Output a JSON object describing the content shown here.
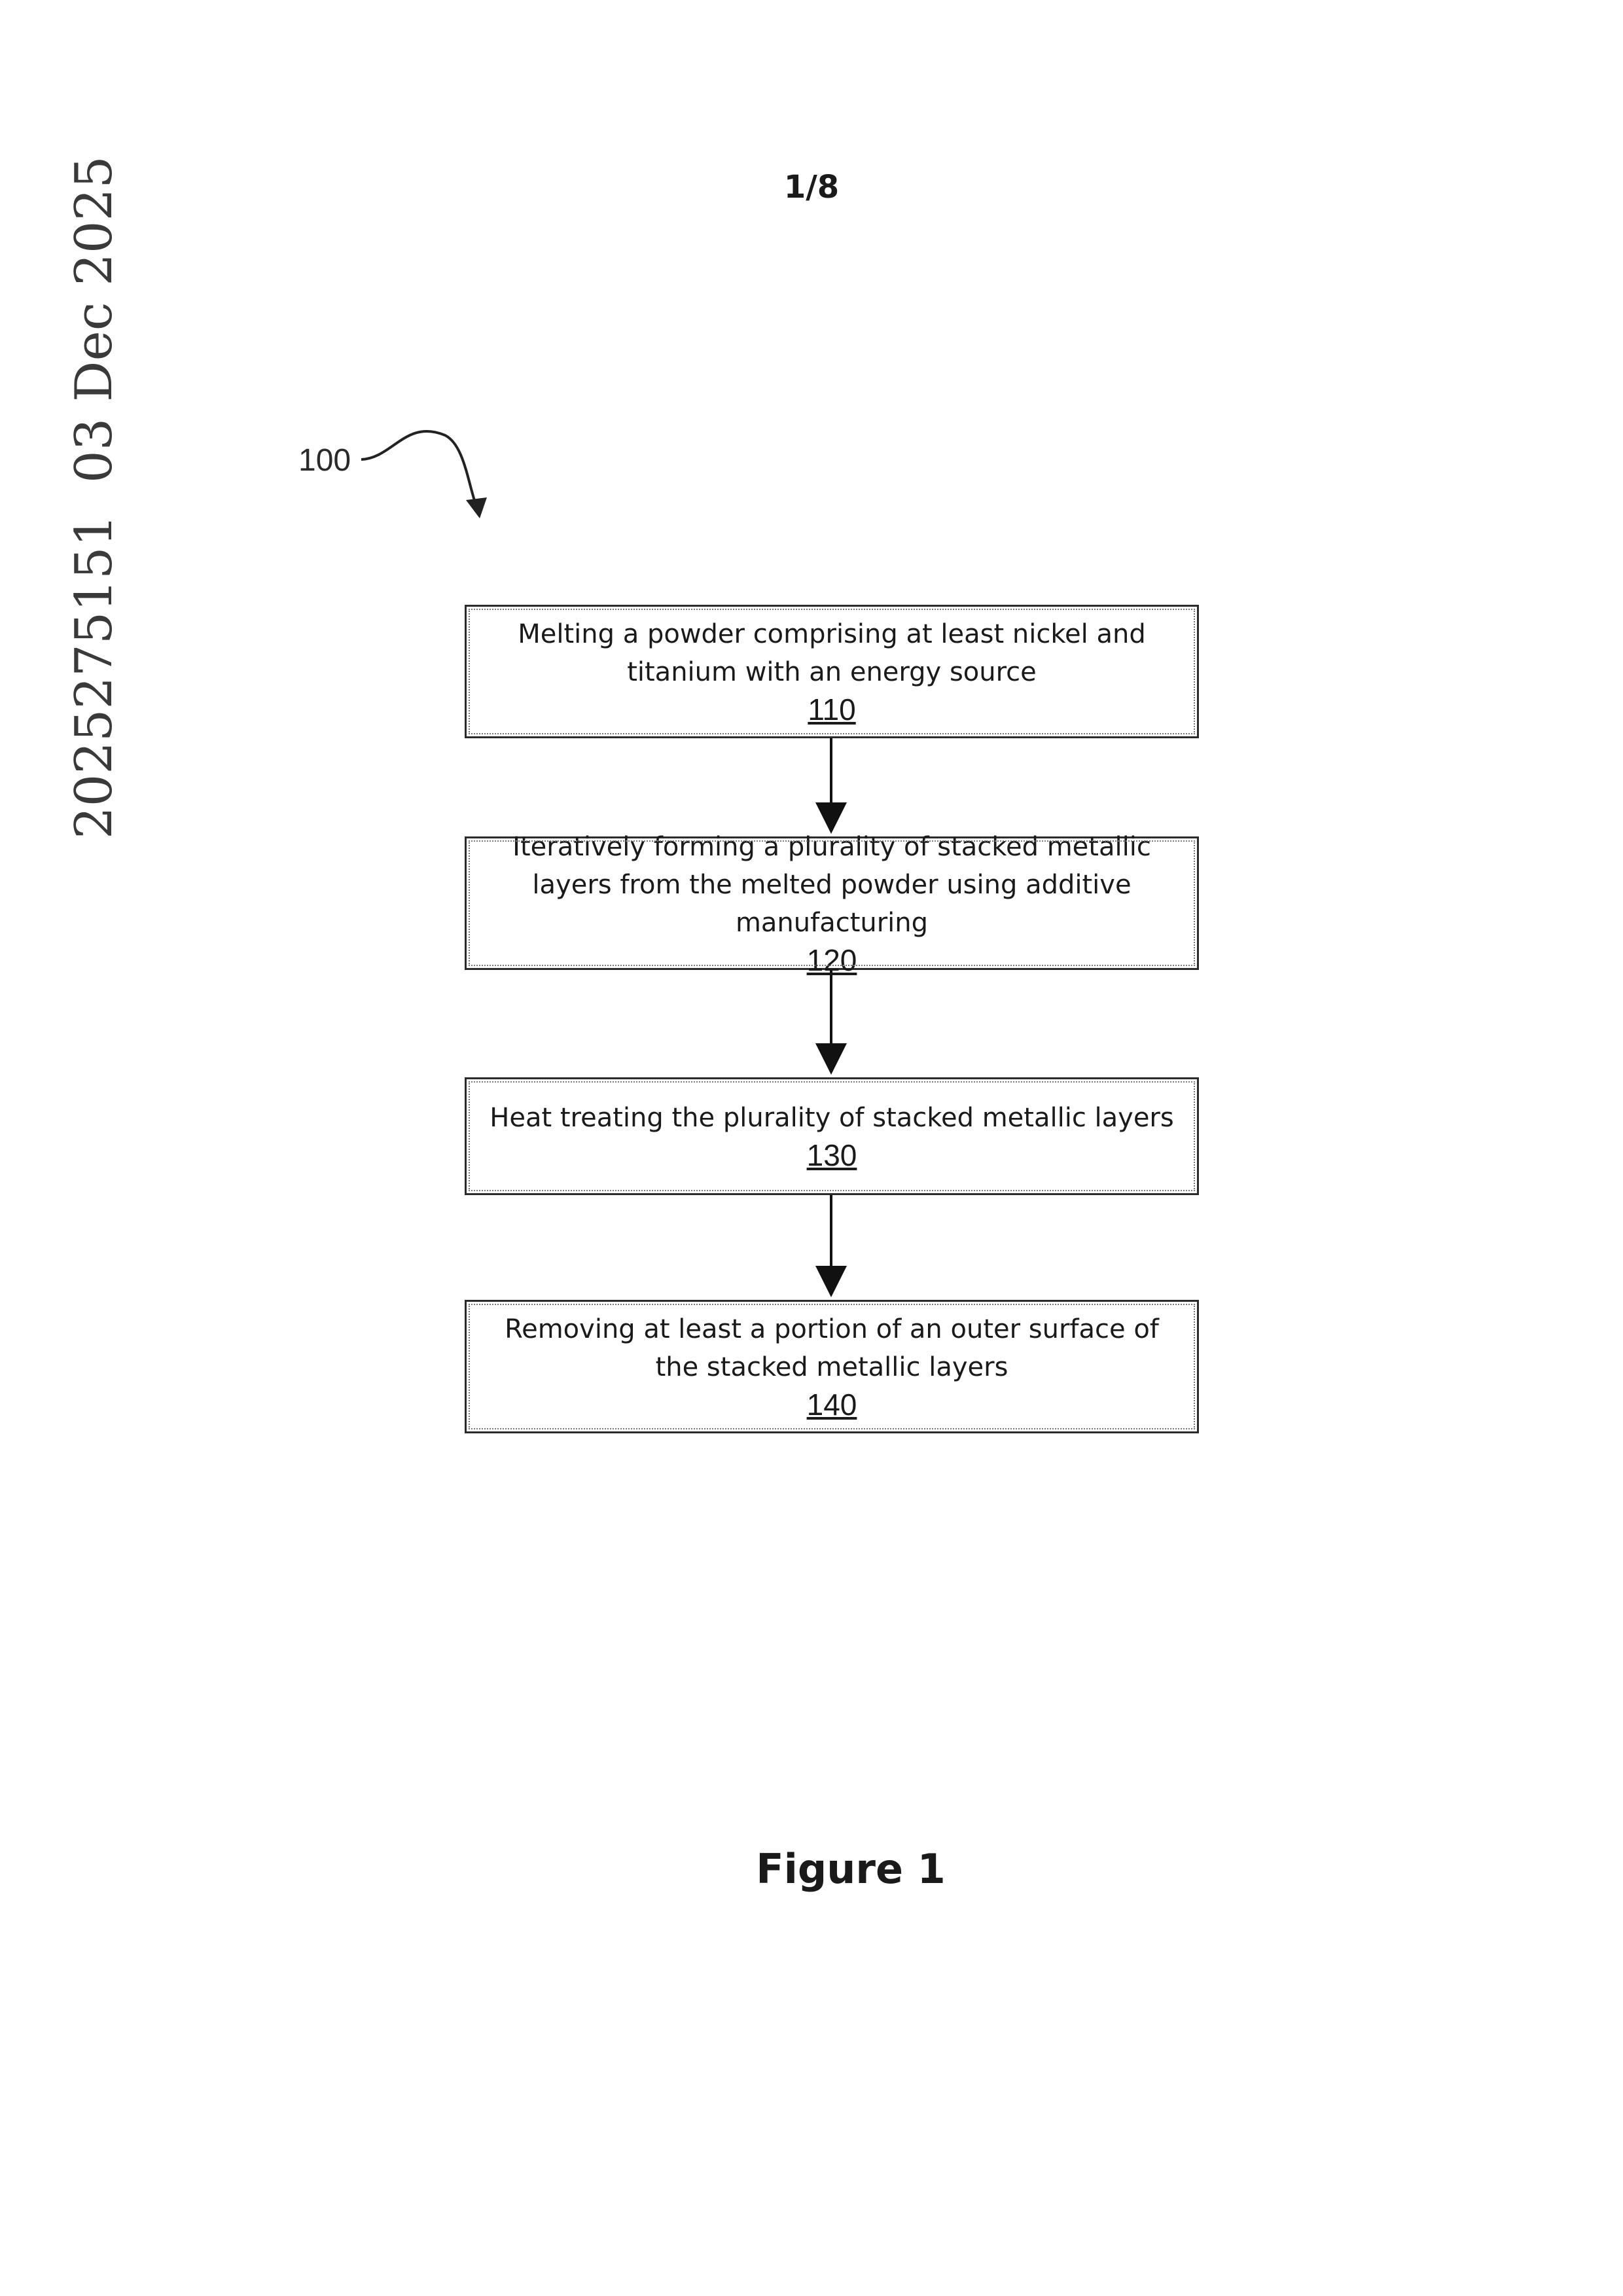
{
  "page": {
    "number": "1/8",
    "side_date": "03 Dec 2025",
    "side_id": "2025275151",
    "figure_caption": "Figure 1"
  },
  "flowchart": {
    "ref": "100",
    "steps": [
      {
        "text": "Melting a powder comprising at least nickel and titanium with an energy source",
        "ref": "110"
      },
      {
        "text": "Iteratively forming a plurality of stacked metallic layers from the melted powder using additive manufacturing",
        "ref": "120"
      },
      {
        "text": "Heat treating the plurality of stacked metallic layers",
        "ref": "130"
      },
      {
        "text": "Removing at least a portion of an outer surface of the stacked metallic layers",
        "ref": "140"
      }
    ]
  }
}
